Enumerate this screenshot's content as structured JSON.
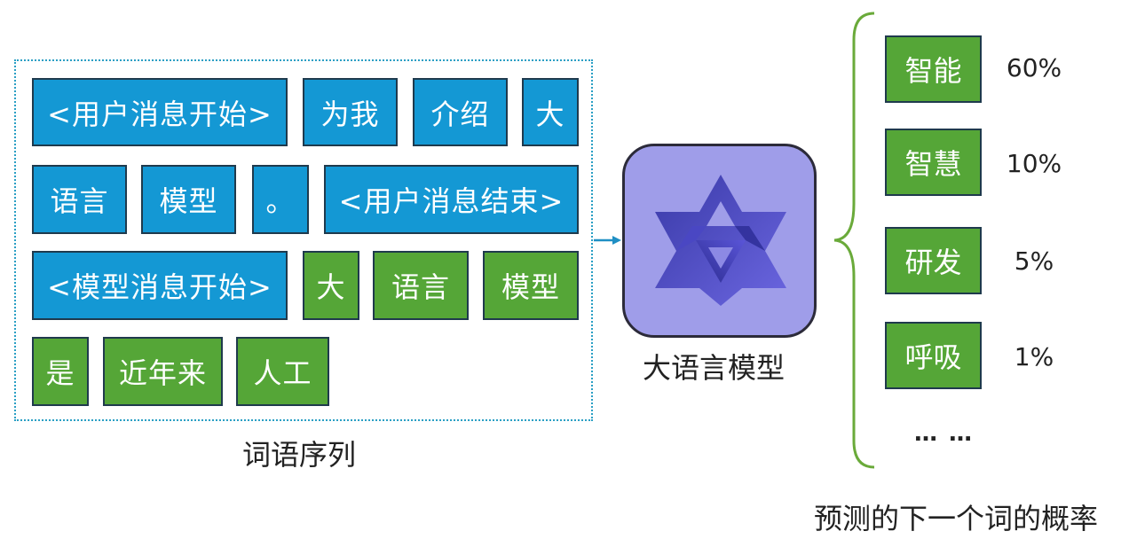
{
  "sequence": {
    "caption": "词语序列",
    "rows": [
      [
        {
          "text": "<用户消息开始>",
          "color": "blue"
        },
        {
          "text": "为我",
          "color": "blue"
        },
        {
          "text": "介绍",
          "color": "blue"
        },
        {
          "text": "大",
          "color": "blue"
        }
      ],
      [
        {
          "text": "语言",
          "color": "blue"
        },
        {
          "text": "模型",
          "color": "blue"
        },
        {
          "text": "。",
          "color": "blue"
        },
        {
          "text": "<用户消息结束>",
          "color": "blue"
        }
      ],
      [
        {
          "text": "<模型消息开始>",
          "color": "blue"
        },
        {
          "text": "大",
          "color": "green"
        },
        {
          "text": "语言",
          "color": "green"
        },
        {
          "text": "模型",
          "color": "green"
        }
      ],
      [
        {
          "text": "是",
          "color": "green"
        },
        {
          "text": "近年来",
          "color": "green"
        },
        {
          "text": "人工",
          "color": "green"
        }
      ]
    ]
  },
  "model": {
    "label": "大语言模型",
    "icon": "llm-logo-icon"
  },
  "predictions": {
    "caption": "预测的下一个词的概率",
    "items": [
      {
        "word": "智能",
        "prob": "60%"
      },
      {
        "word": "智慧",
        "prob": "10%"
      },
      {
        "word": "研发",
        "prob": "5%"
      },
      {
        "word": "呼吸",
        "prob": "1%"
      }
    ],
    "ellipsis": "… …"
  },
  "colors": {
    "blue": "#1498d4",
    "green": "#55a637",
    "model_bg": "#9f9de9",
    "frame": "#2a9fc4",
    "brace": "#6aaa3a"
  }
}
